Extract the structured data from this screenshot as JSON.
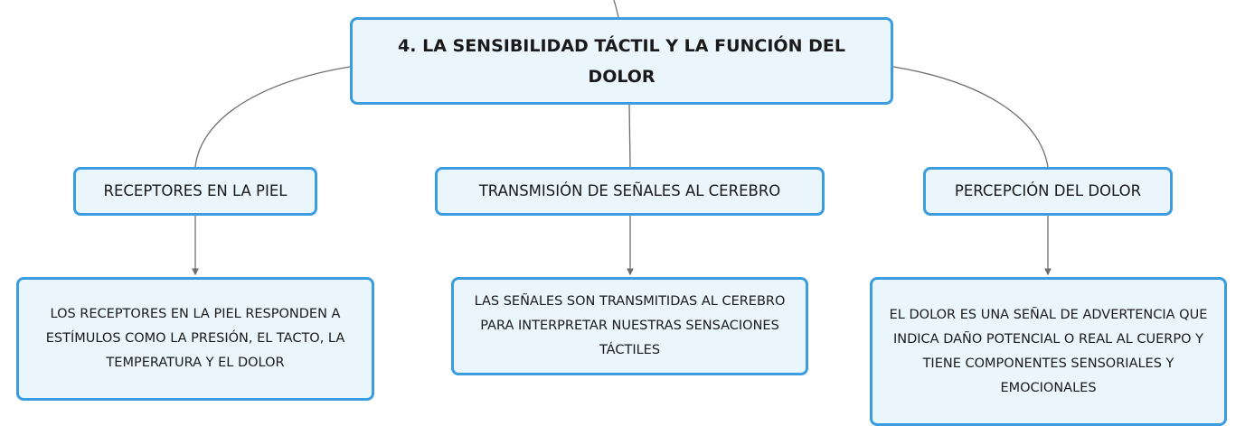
{
  "root": {
    "title": "4. LA SENSIBILIDAD TÁCTIL Y LA FUNCIÓN DEL DOLOR"
  },
  "branches": [
    {
      "label": "RECEPTORES EN LA PIEL",
      "detail": "LOS RECEPTORES EN LA PIEL RESPONDEN A ESTÍMULOS COMO LA PRESIÓN, EL TACTO, LA TEMPERATURA Y EL DOLOR"
    },
    {
      "label": "TRANSMISIÓN DE SEÑALES AL CEREBRO",
      "detail": "LAS SEÑALES SON TRANSMITIDAS AL CEREBRO PARA INTERPRETAR NUESTRAS SENSACIONES TÁCTILES"
    },
    {
      "label": "PERCEPCIÓN DEL DOLOR",
      "detail": "EL DOLOR ES UNA SEÑAL DE ADVERTENCIA QUE INDICA DAÑO POTENCIAL O REAL AL CUERPO Y TIENE COMPONENTES SENSORIALES Y EMOCIONALES"
    }
  ],
  "colors": {
    "node_fill": "#eaf5fc",
    "node_border": "#3b9de0",
    "connector": "#6e6e6e",
    "text": "#1a1a1a"
  }
}
